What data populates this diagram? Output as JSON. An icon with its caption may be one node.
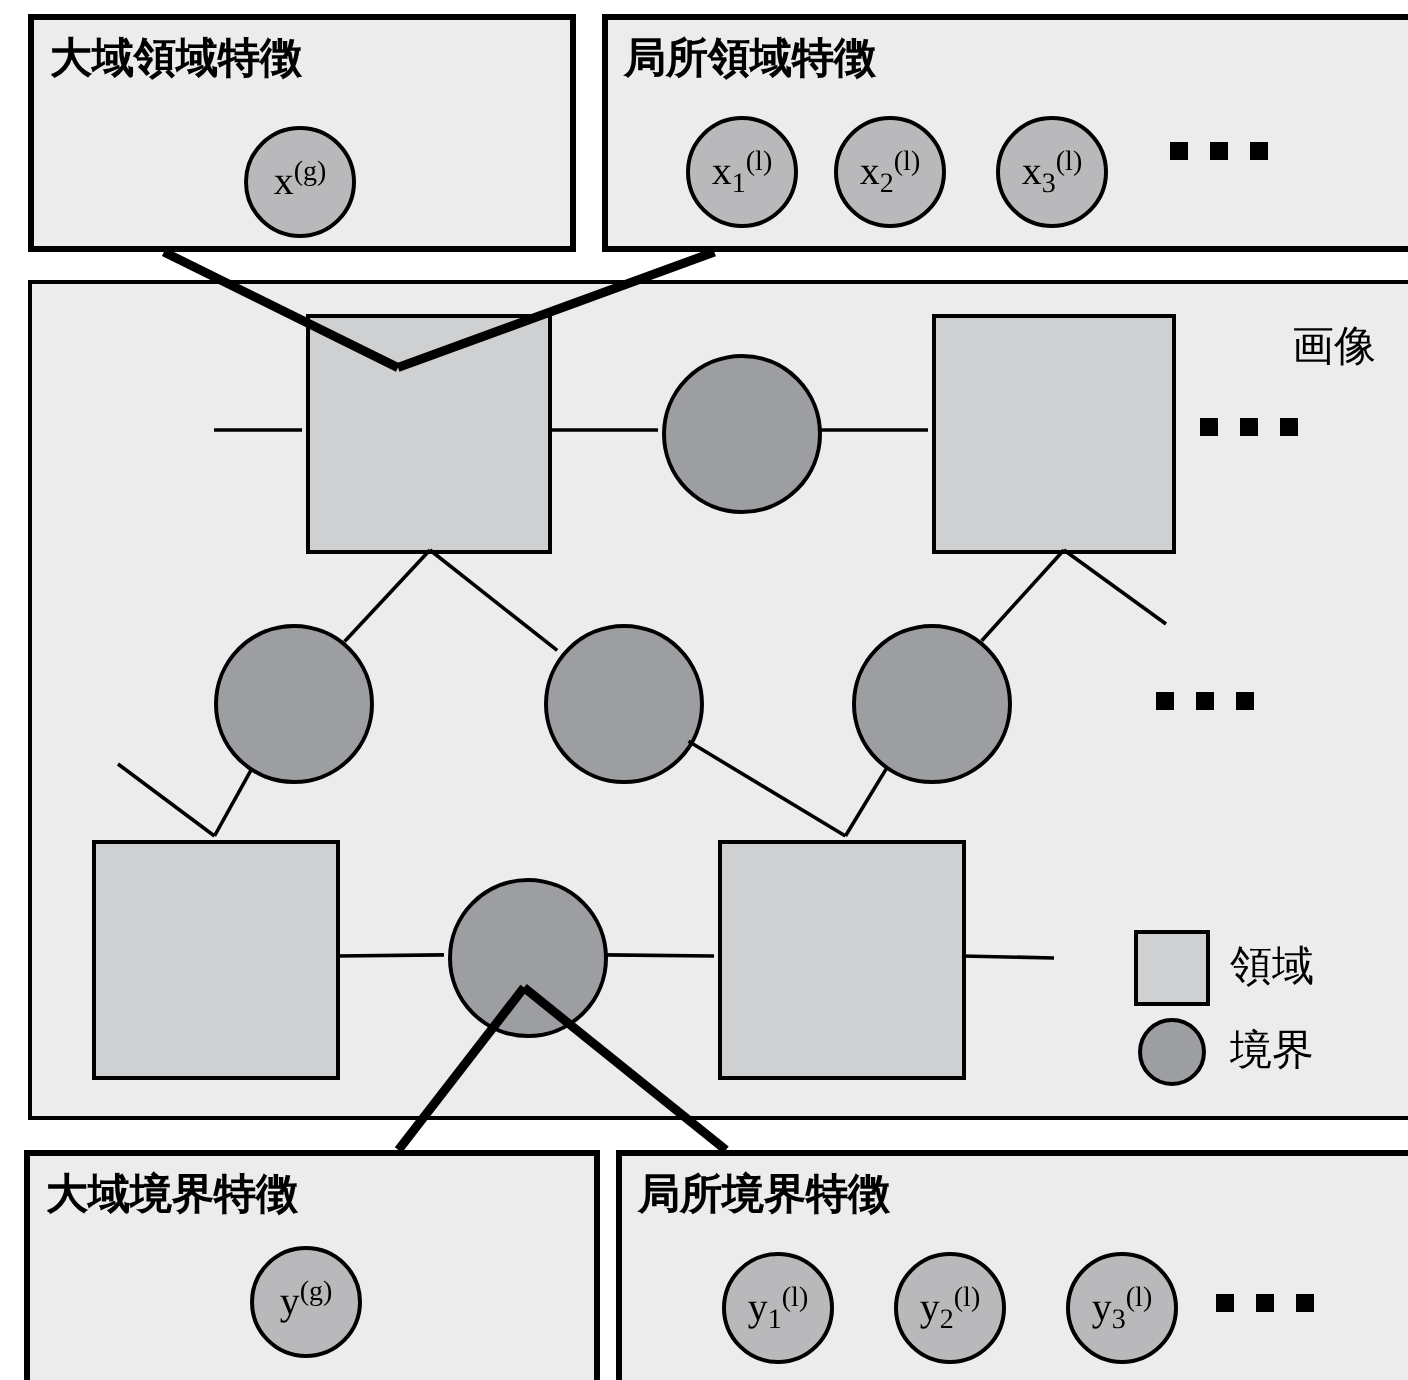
{
  "diagram": {
    "nodes": [
      {
        "text": [
          "大域領域特徴"
        ]
      },
      {
        "text": [
          "x$^{(g)}$"
        ],
        "in": 0
      },
      {
        "text": [
          "局所領域特徴"
        ]
      },
      {
        "text": [
          "x$_{1}$$^{(l)}$"
        ],
        "in": 2
      },
      {
        "text": [
          "x$_{2}$$^{(l)}$"
        ],
        "in": 2
      },
      {
        "text": [
          "x$_{3}$$^{(l)}$"
        ],
        "in": 2
      },
      {
        "text": [
          "画像"
        ]
      },
      {
        "text": [],
        "shape": "box",
        "in": 6
      },
      {
        "text": [],
        "shape": "circle",
        "in": 6
      },
      {
        "text": [],
        "shape": "box",
        "in": 6
      },
      {
        "text": [],
        "shape": "circle",
        "in": 6
      },
      {
        "text": [],
        "shape": "circle",
        "in": 6
      },
      {
        "text": [],
        "shape": "circle",
        "in": 6
      },
      {
        "text": [],
        "shape": "box",
        "in": 6
      },
      {
        "text": [],
        "shape": "circle",
        "in": 6
      },
      {
        "text": [],
        "shape": "box",
        "in": 6
      },
      {
        "text": [
          "大域境界特徴"
        ]
      },
      {
        "text": [
          "y$^{(g)}$"
        ],
        "in": 16
      },
      {
        "text": [
          "局所境界特徴"
        ]
      },
      {
        "text": [
          "y$_{1}$$^{(l)}$"
        ],
        "in": 18
      },
      {
        "text": [
          "y$_{2}$$^{(l)}$"
        ],
        "in": 18
      },
      {
        "text": [
          "y$_{3}$$^{(l)}$"
        ],
        "in": 18
      }
    ],
    "edges": [
      {
        "from": 0,
        "to": 7,
        "arrow": "none",
        "style": "thick"
      },
      {
        "from": 2,
        "to": 7,
        "arrow": "none",
        "style": "thick"
      },
      {
        "from": null,
        "to": 7,
        "arrow": "none"
      },
      {
        "from": 7,
        "to": 8,
        "arrow": "none"
      },
      {
        "from": 8,
        "to": 9,
        "arrow": "none"
      },
      {
        "from": 7,
        "to": 10,
        "arrow": "none"
      },
      {
        "from": 7,
        "to": 11,
        "arrow": "none"
      },
      {
        "from": 9,
        "to": 12,
        "arrow": "none"
      },
      {
        "from": 9,
        "to": null,
        "arrow": "none"
      },
      {
        "from": 10,
        "to": 13,
        "arrow": "none"
      },
      {
        "from": null,
        "to": 13,
        "arrow": "none"
      },
      {
        "from": 11,
        "to": 15,
        "arrow": "none"
      },
      {
        "from": 12,
        "to": 15,
        "arrow": "none"
      },
      {
        "from": 13,
        "to": 14,
        "arrow": "none"
      },
      {
        "from": 14,
        "to": 15,
        "arrow": "none"
      },
      {
        "from": 15,
        "to": null,
        "arrow": "none"
      },
      {
        "from": 14,
        "to": 16,
        "arrow": "none",
        "style": "thick"
      },
      {
        "from": 14,
        "to": 18,
        "arrow": "none",
        "style": "thick"
      }
    ],
    "legend": [
      {
        "text": "領域"
      },
      {
        "text": "境界"
      }
    ]
  }
}
